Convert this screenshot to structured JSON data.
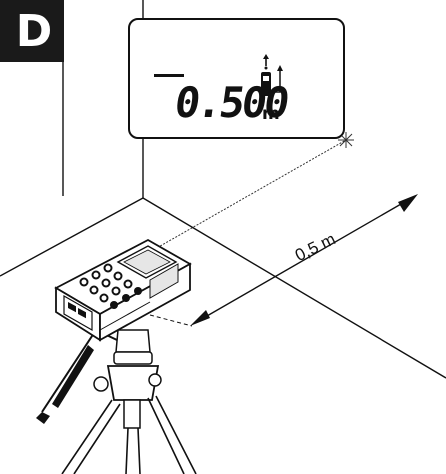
{
  "figure": {
    "badge_letter": "D",
    "display": {
      "reading": "0.500",
      "unit": "m",
      "reference_icon": "device-rear-reference-icon"
    },
    "dimension_label": "0,5 m"
  }
}
